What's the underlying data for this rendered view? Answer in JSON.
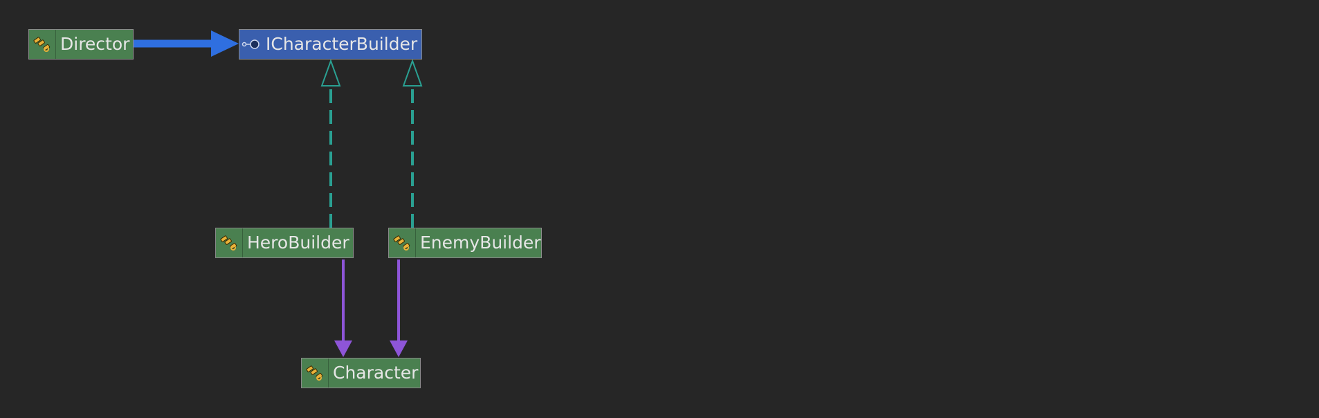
{
  "diagram": {
    "nodes": {
      "director": {
        "label": "Director",
        "kind": "class",
        "icon": "class-icon"
      },
      "icharacterbuilder": {
        "label": "ICharacterBuilder",
        "kind": "interface",
        "icon": "interface-icon"
      },
      "herobuilder": {
        "label": "HeroBuilder",
        "kind": "class",
        "icon": "class-icon"
      },
      "enemybuilder": {
        "label": "EnemyBuilder",
        "kind": "class",
        "icon": "class-icon"
      },
      "character": {
        "label": "Character",
        "kind": "class",
        "icon": "class-icon"
      }
    },
    "edges": [
      {
        "from": "director",
        "to": "icharacterbuilder",
        "type": "association",
        "color": "#2f6fe0"
      },
      {
        "from": "herobuilder",
        "to": "icharacterbuilder",
        "type": "realization",
        "color": "#2aa092"
      },
      {
        "from": "enemybuilder",
        "to": "icharacterbuilder",
        "type": "realization",
        "color": "#2aa092"
      },
      {
        "from": "herobuilder",
        "to": "character",
        "type": "dependency",
        "color": "#8e55d8"
      },
      {
        "from": "enemybuilder",
        "to": "character",
        "type": "dependency",
        "color": "#8e55d8"
      }
    ]
  },
  "colors": {
    "background": "#262626",
    "class_fill": "#4a8050",
    "interface_fill": "#3a5fae",
    "text": "#e6e6e6"
  }
}
